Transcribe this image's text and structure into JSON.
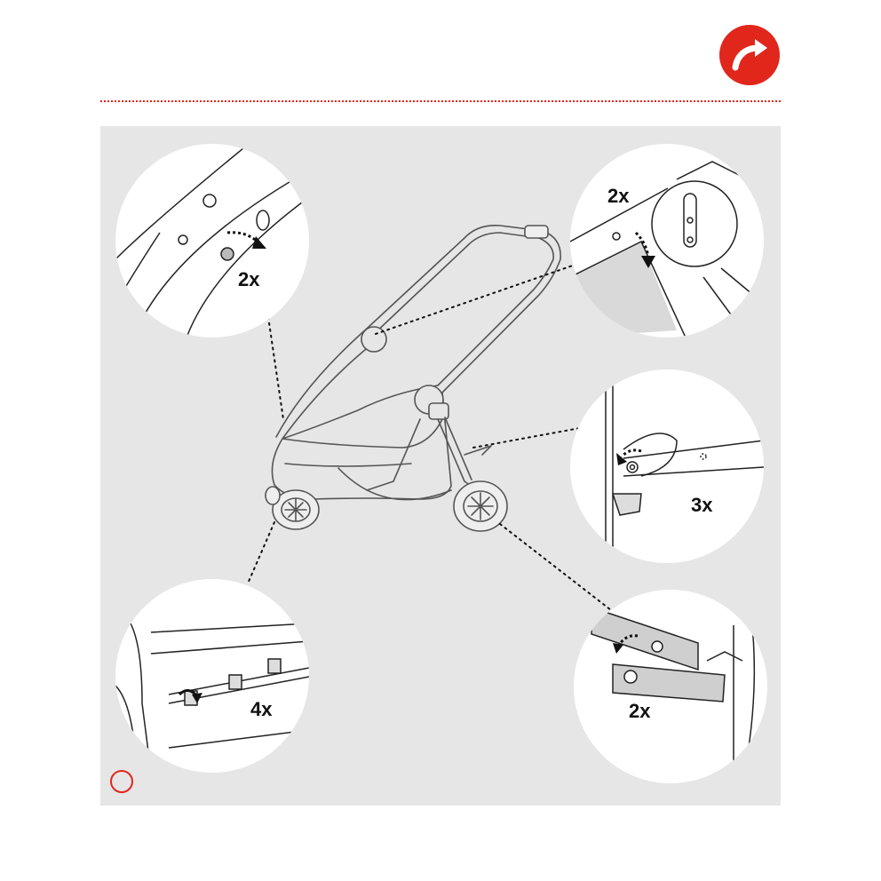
{
  "colors": {
    "accent": "#e1261c",
    "panel_background": "#e6e6e6",
    "line": "#222222"
  },
  "navigation": {
    "next_icon": "curved-arrow-right-icon"
  },
  "details": [
    {
      "id": "top-left",
      "count_label": "2x"
    },
    {
      "id": "top-right",
      "count_label": "2x"
    },
    {
      "id": "middle-right",
      "count_label": "3x"
    },
    {
      "id": "bottom-left",
      "count_label": "4x"
    },
    {
      "id": "bottom-right",
      "count_label": "2x"
    }
  ],
  "step_marker": {
    "icon": "circle-marker"
  }
}
